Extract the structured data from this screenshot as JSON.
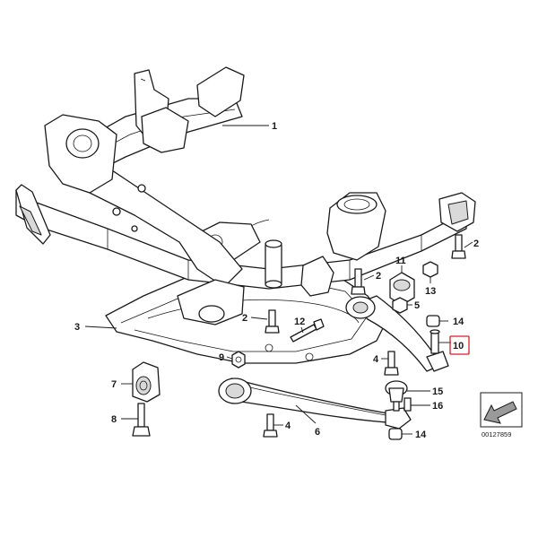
{
  "callouts": [
    {
      "id": "1",
      "highlighted": false
    },
    {
      "id": "2",
      "highlighted": false
    },
    {
      "id": "2",
      "highlighted": false
    },
    {
      "id": "2",
      "highlighted": false
    },
    {
      "id": "3",
      "highlighted": false
    },
    {
      "id": "4",
      "highlighted": false
    },
    {
      "id": "4",
      "highlighted": false
    },
    {
      "id": "5",
      "highlighted": false
    },
    {
      "id": "6",
      "highlighted": false
    },
    {
      "id": "7",
      "highlighted": false
    },
    {
      "id": "8",
      "highlighted": false
    },
    {
      "id": "9",
      "highlighted": false
    },
    {
      "id": "10",
      "highlighted": true
    },
    {
      "id": "11",
      "highlighted": false
    },
    {
      "id": "12",
      "highlighted": false
    },
    {
      "id": "13",
      "highlighted": false
    },
    {
      "id": "14",
      "highlighted": false
    },
    {
      "id": "14",
      "highlighted": false
    },
    {
      "id": "15",
      "highlighted": false
    },
    {
      "id": "16",
      "highlighted": false
    }
  ],
  "catalog_number": "00127859",
  "highlight_color": "#d62020",
  "orientation_icon": "direction-arrow-icon"
}
